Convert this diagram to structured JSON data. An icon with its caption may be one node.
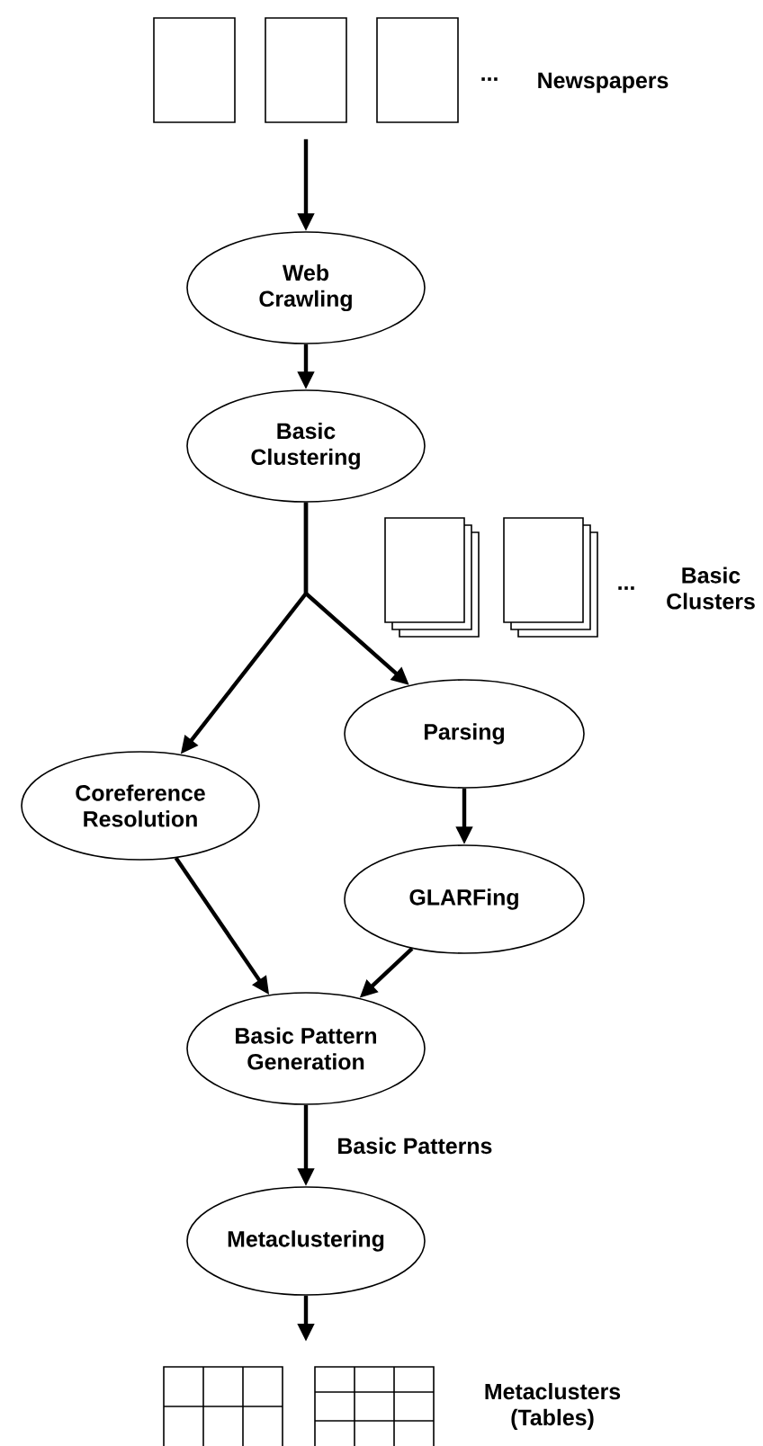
{
  "diagram": {
    "nodes": [
      {
        "text": [],
        "shape": "box"
      },
      {
        "text": [],
        "shape": "box"
      },
      {
        "text": [],
        "shape": "box"
      },
      {
        "text": [
          "Web Crawling"
        ]
      },
      {
        "text": [
          "Basic Clustering"
        ]
      },
      {
        "text": [
          "Parsing"
        ]
      },
      {
        "text": [
          "Coreference Resolution"
        ]
      },
      {
        "text": [
          "GLARFing"
        ]
      },
      {
        "text": [
          "Basic Pattern Generation"
        ]
      },
      {
        "text": [
          "Metaclustering"
        ]
      }
    ],
    "edges": [
      {
        "from": 1,
        "to": 3,
        "arrow": "to"
      },
      {
        "from": 3,
        "to": 4,
        "arrow": "to"
      },
      {
        "from": 4,
        "to": 6,
        "arrow": "to"
      },
      {
        "from": 4,
        "to": 5,
        "arrow": "to"
      },
      {
        "from": 5,
        "to": 7,
        "arrow": "to"
      },
      {
        "from": 6,
        "to": 8,
        "arrow": "to"
      },
      {
        "from": 7,
        "to": 8,
        "arrow": "to"
      },
      {
        "from": 8,
        "to": 9,
        "arrow": "to",
        "label": "Basic Patterns"
      },
      {
        "from": 9,
        "to": null,
        "arrow": "to"
      }
    ],
    "labels": [
      "...",
      "Newspapers",
      "...",
      "Basic Clusters",
      "Metaclusters (Tables)"
    ]
  }
}
